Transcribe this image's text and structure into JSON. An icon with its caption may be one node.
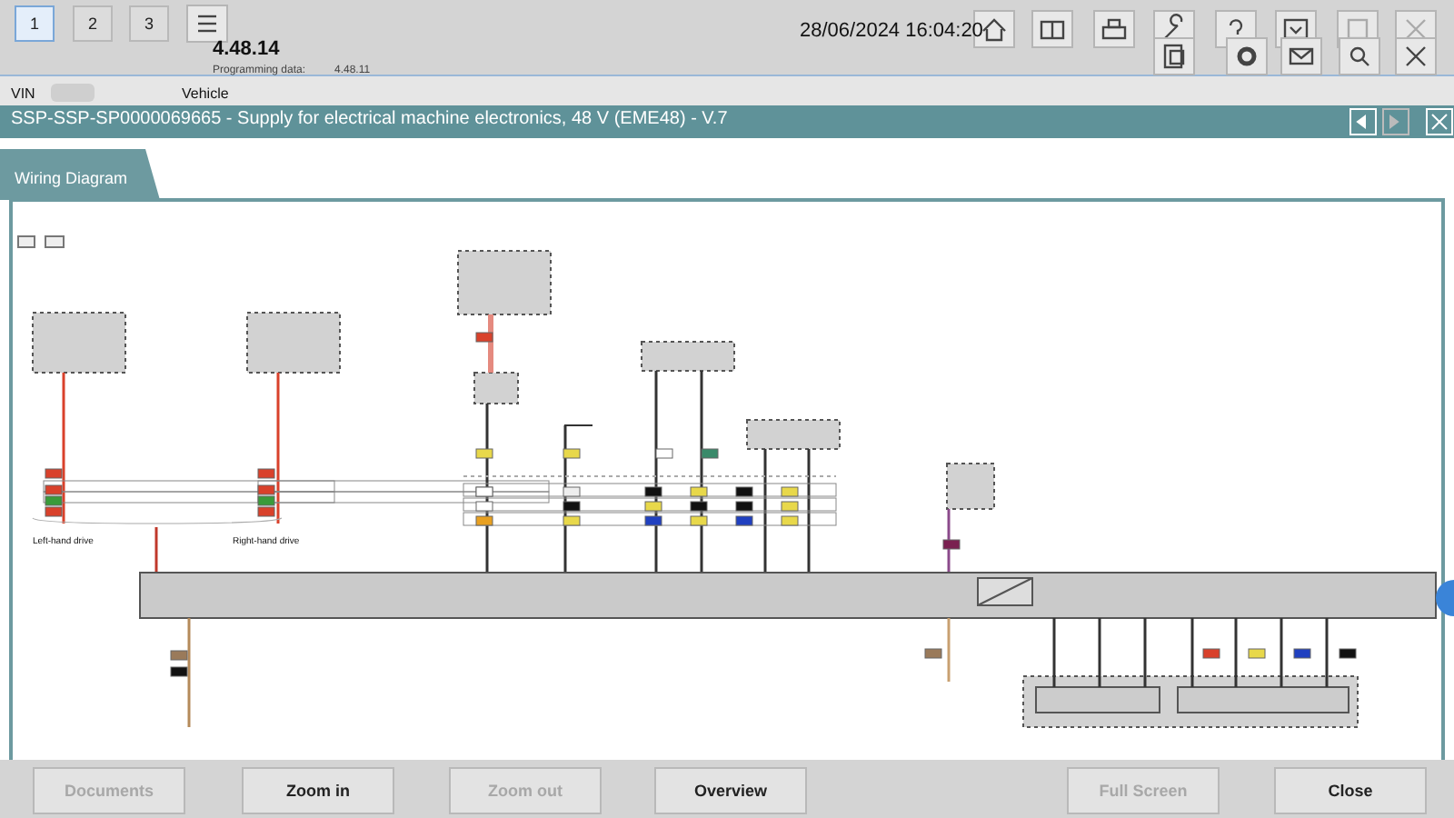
{
  "diagram": {
    "title": "SSP-SSP-SP0000069665 - Supply for electrical machine electronics, 48 V (EME48) - V.7",
    "labels": [
      "1",
      "2",
      "3",
      "28/06/2024 16:04:20",
      "4.48.14",
      "Programming data:",
      "4.48.11",
      "VIN",
      "Vehicle",
      "Wiring Diagram",
      "Left-hand drive",
      "Right-hand drive",
      "Documents",
      "Zoom in",
      "Zoom out",
      "Overview",
      "Full Screen",
      "Close"
    ]
  }
}
